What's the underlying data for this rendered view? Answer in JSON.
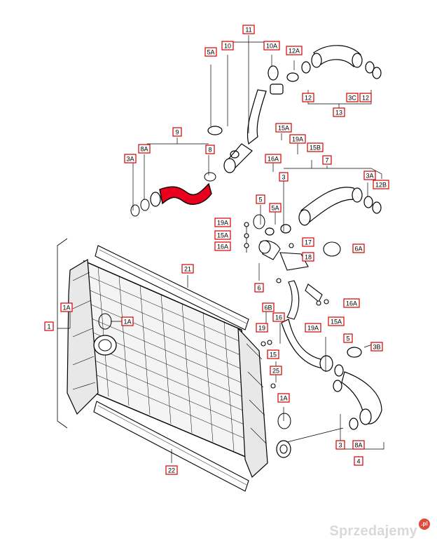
{
  "labels": [
    "11",
    "5A",
    "10",
    "10A",
    "12A",
    "3C",
    "12",
    "13",
    "12",
    "9",
    "3A",
    "8A",
    "8",
    "15A",
    "19A",
    "15B",
    "16A",
    "7",
    "3",
    "3A",
    "12B",
    "5",
    "5A",
    "19A",
    "15A",
    "16A",
    "17",
    "6A",
    "18",
    "21",
    "6",
    "1A",
    "1",
    "1A",
    "6B",
    "16A",
    "16",
    "19A",
    "15A",
    "19",
    "15",
    "5",
    "3B",
    "25",
    "1A",
    "22",
    "3",
    "8A",
    "4"
  ],
  "highlight_color": "#e8001c",
  "label_border_color": "#d40000",
  "watermark": {
    "brand": "Sprzedajemy",
    "suffix": ".pl"
  }
}
